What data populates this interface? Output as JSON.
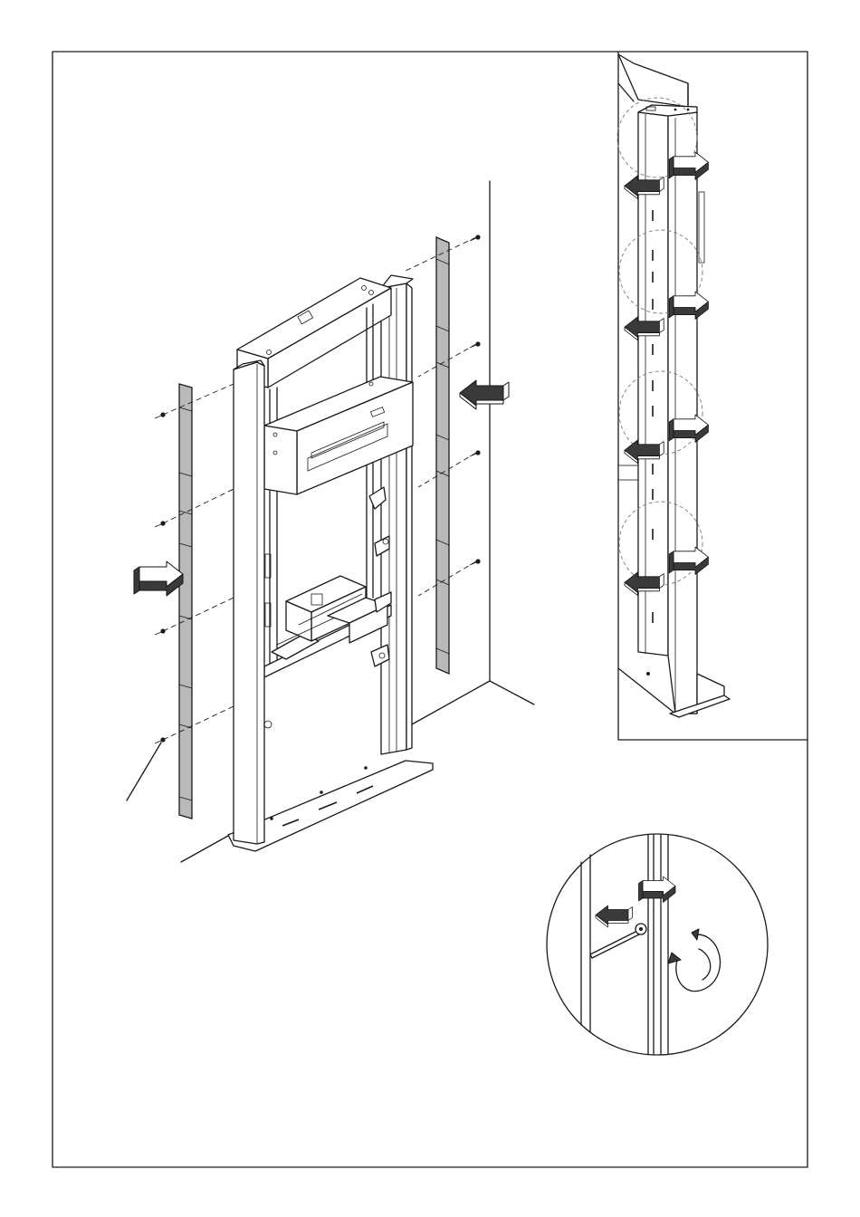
{
  "illustration": {
    "kind": "assembly-instruction",
    "panels": [
      "main-assembly-view",
      "detail-column-view",
      "screw-detail-circle"
    ],
    "arrow_colors": {
      "dark": "#3a3a3a",
      "light": "#ffffff",
      "line": "#1a1a1a",
      "strip": "#b9b9b9"
    },
    "icons": [
      "direction-arrow-icon",
      "rotation-arrow-icon",
      "screw-icon"
    ]
  }
}
